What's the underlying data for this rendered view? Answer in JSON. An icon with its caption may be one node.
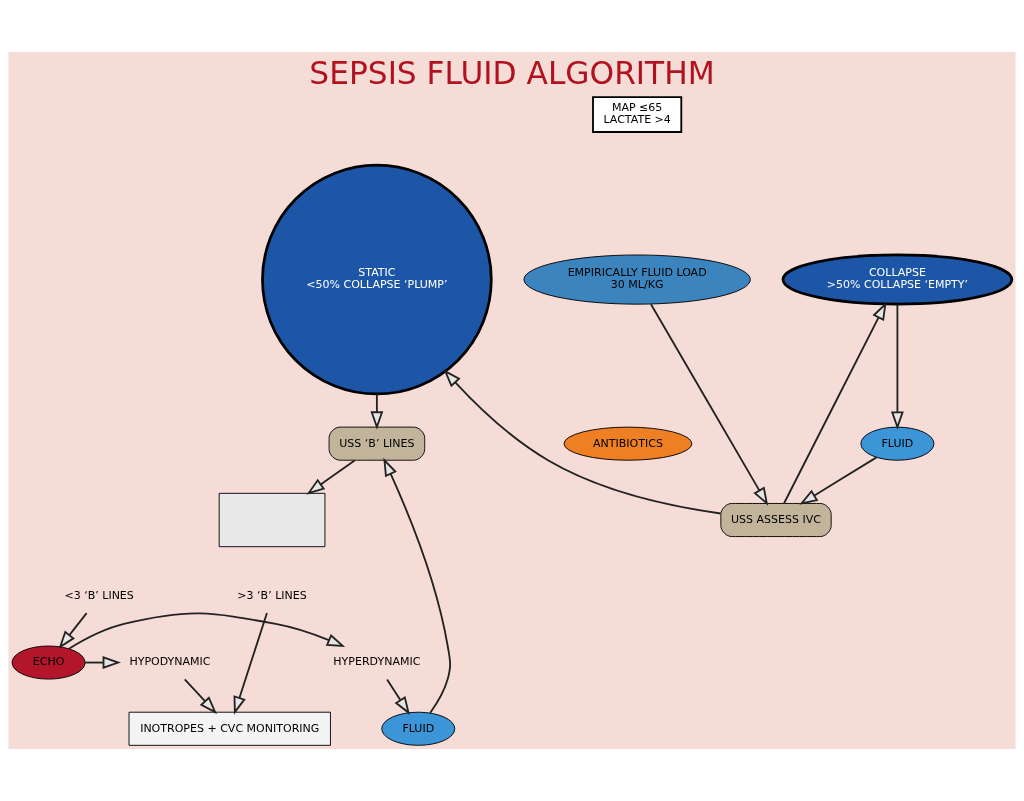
{
  "diagram": {
    "title": "SEPSIS FLUID ALGORITHM",
    "nodes": [
      {
        "text": [
          "MAP ≤65",
          "LACTATE >4"
        ]
      },
      {
        "text": [
          "EMPIRICALLY FLUID LOAD",
          "30 ML/KG"
        ]
      },
      {
        "text": [
          "ANTIBIOTICS"
        ]
      },
      {
        "text": [
          "USS ASSESS IVC"
        ]
      },
      {
        "text": [
          "STATIC",
          "<50% COLLAPSE ‘PLUMP’"
        ]
      },
      {
        "text": [
          "COLLAPSE",
          ">50% COLLAPSE ‘EMPTY’"
        ]
      },
      {
        "text": [
          "USS ‘B’ LINES"
        ]
      },
      {
        "text": [
          "FLUID"
        ]
      },
      {
        "text": [
          "FLUID"
        ]
      },
      {
        "text": [],
        "shape": "box"
      },
      {
        "text": [
          "<3 ‘B’ LINES"
        ]
      },
      {
        "text": [
          ">3 ‘B’ LINES"
        ]
      },
      {
        "text": [
          "ECHO"
        ]
      },
      {
        "text": [
          "HYPERDYNAMIC"
        ]
      },
      {
        "text": [
          "HYPODYNAMIC"
        ]
      },
      {
        "text": [
          "INOTROPES + CVC MONITORING"
        ]
      }
    ],
    "edges": [
      {
        "from": 1,
        "to": 3,
        "arrow": "to"
      },
      {
        "from": 3,
        "to": 4,
        "arrow": "to"
      },
      {
        "from": 3,
        "to": 5,
        "arrow": "to"
      },
      {
        "from": 4,
        "to": 6,
        "arrow": "to"
      },
      {
        "from": 5,
        "to": 7,
        "arrow": "to"
      },
      {
        "from": 7,
        "to": 3,
        "arrow": "to"
      },
      {
        "from": 6,
        "to": 9,
        "arrow": "to"
      },
      {
        "from": 10,
        "to": 12,
        "arrow": "to"
      },
      {
        "from": 12,
        "to": 13,
        "arrow": "to"
      },
      {
        "from": 12,
        "to": 14,
        "arrow": "to"
      },
      {
        "from": 13,
        "to": 8,
        "arrow": "to"
      },
      {
        "from": 8,
        "to": 6,
        "arrow": "to"
      },
      {
        "from": 11,
        "to": 15,
        "arrow": "to"
      },
      {
        "from": 14,
        "to": 15,
        "arrow": "to"
      }
    ]
  }
}
